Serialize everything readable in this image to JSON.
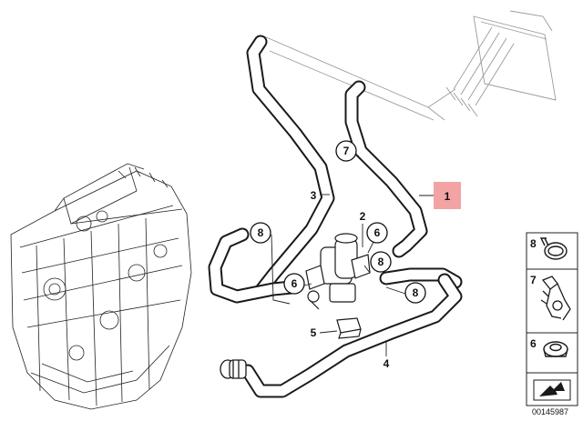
{
  "callouts": {
    "part_1": "1",
    "part_2": "2",
    "part_3": "3",
    "part_4": "4",
    "part_5": "5",
    "part_6_a": "6",
    "part_6_b": "6",
    "part_7": "7",
    "part_8_a": "8",
    "part_8_b": "8",
    "part_8_c": "8"
  },
  "legend": {
    "items": [
      "8",
      "7",
      "6"
    ]
  },
  "diagram_code": "00145987",
  "colors": {
    "highlight": "#f3a3a3",
    "line": "#1a1a1a"
  }
}
